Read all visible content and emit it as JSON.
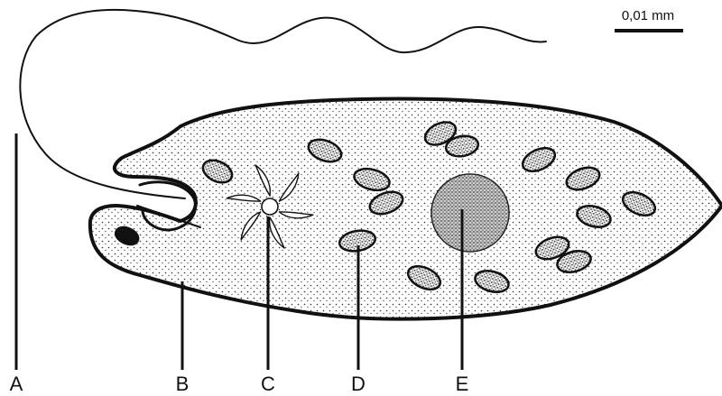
{
  "scale_bar": {
    "label": "0,01 mm"
  },
  "labels": [
    {
      "id": "A",
      "text": "A"
    },
    {
      "id": "B",
      "text": "B"
    },
    {
      "id": "C",
      "text": "C"
    },
    {
      "id": "D",
      "text": "D"
    },
    {
      "id": "E",
      "text": "E"
    }
  ],
  "colors": {
    "ink": "#111111",
    "background": "#ffffff",
    "nucleus": "#8f8f8f",
    "chloroplast": "#bdbdbd"
  }
}
